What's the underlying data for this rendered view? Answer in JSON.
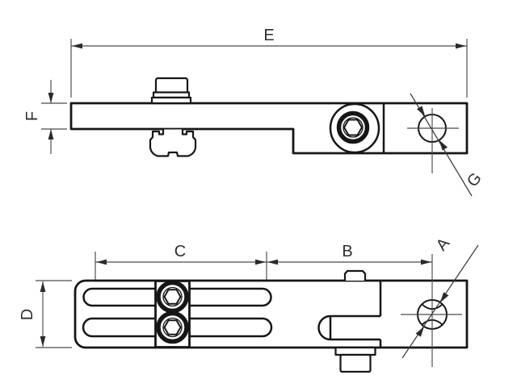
{
  "page": {
    "background": "#ffffff"
  },
  "drawing": {
    "description": "Two-view engineering line drawing of a slotted adjustable clamp arm with pivot head",
    "line_color": "#161616",
    "dim_color": "#4a4a4a",
    "views": [
      "side-elevation-view",
      "plan-view"
    ]
  },
  "dim_labels": {
    "overall_length": "E",
    "bar_thickness": "F",
    "pivot_hole_callout": "G",
    "slot_length": "C",
    "head_distance": "B",
    "clamp_hole_callout": "A",
    "bar_width": "D"
  }
}
